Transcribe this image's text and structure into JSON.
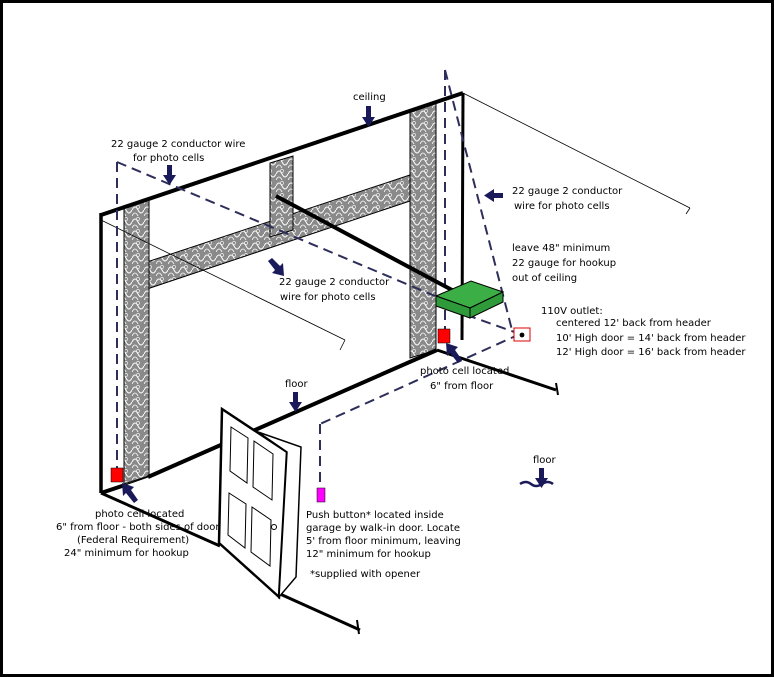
{
  "labels": {
    "ceiling": "ceiling",
    "wire_top_left": [
      "22 gauge 2 conductor wire",
      "for photo cells"
    ],
    "wire_right": [
      "22 gauge 2 conductor",
      "wire for photo cells"
    ],
    "wire_center": [
      "22 gauge 2 conductor",
      "wire for photo cells"
    ],
    "leave_48": [
      "leave 48\" minimum",
      "22 gauge for hookup",
      "out of ceiling"
    ],
    "outlet": [
      "110V outlet:",
      "centered 12' back from header",
      "10' High door = 14' back from header",
      "12' High door = 16' back from header"
    ],
    "photo_cell_right": [
      "photo cell located",
      "6\" from floor"
    ],
    "floor_left": "floor",
    "floor_right": "floor",
    "photo_cell_left": [
      "photo cell located",
      "6\" from floor - both sides of door",
      "(Federal Requirement)",
      "24\" minimum for hookup"
    ],
    "push_button": [
      "Push button* located inside",
      "garage by walk-in door. Locate",
      "5' from floor minimum, leaving",
      "12\" minimum for hookup"
    ],
    "supplied": "*supplied with opener"
  },
  "colors": {
    "opener": "#2f9a3a",
    "opener_top": "#3cae46",
    "photo_cell": "#ff0000",
    "push_button": "#ff00ff",
    "arrow": "#1a1a5a",
    "wire": "#2e2e5a"
  }
}
